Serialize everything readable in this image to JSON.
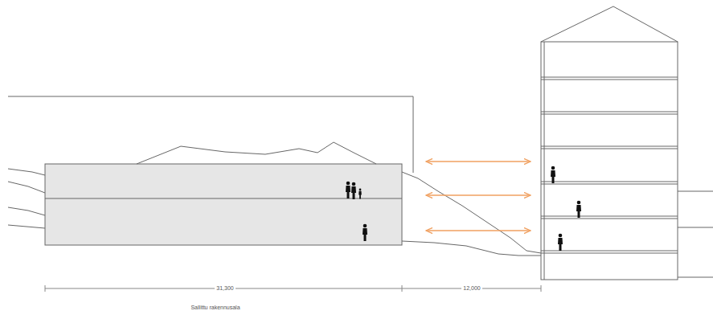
{
  "diagram": {
    "labels": [
      "31,300",
      "12,000",
      "Sallittu rakennusala"
    ]
  }
}
